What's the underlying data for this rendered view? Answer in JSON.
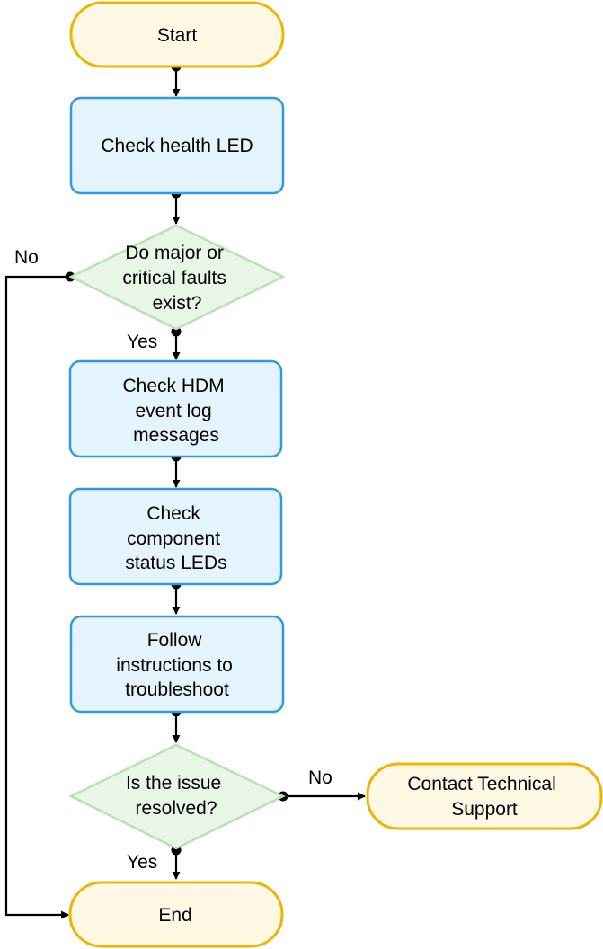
{
  "colors": {
    "terminal_fill": "#fff8e5",
    "terminal_stroke": "#f0b400",
    "process_fill": "#e5f3fc",
    "process_stroke": "#2e9be0",
    "decision_fill": "#e8f6e6",
    "decision_stroke": "#b7e3b0",
    "line": "#000000"
  },
  "nodes": {
    "start": {
      "lines": [
        "Start"
      ]
    },
    "check_health_led": {
      "lines": [
        "Check health LED"
      ]
    },
    "decision_faults": {
      "lines": [
        "Do major or",
        "critical faults",
        "exist?"
      ]
    },
    "check_hdm_log": {
      "lines": [
        "Check HDM",
        "event log",
        "messages"
      ]
    },
    "check_component_leds": {
      "lines": [
        "Check",
        "component",
        "status LEDs"
      ]
    },
    "follow_instructions": {
      "lines": [
        "Follow",
        "instructions to",
        "troubleshoot"
      ]
    },
    "decision_resolved": {
      "lines": [
        "Is the issue",
        "resolved?"
      ]
    },
    "contact_support": {
      "lines": [
        "Contact Technical",
        "Support"
      ]
    },
    "end": {
      "lines": [
        "End"
      ]
    }
  },
  "edge_labels": {
    "faults_no": "No",
    "faults_yes": "Yes",
    "resolved_no": "No",
    "resolved_yes": "Yes"
  }
}
